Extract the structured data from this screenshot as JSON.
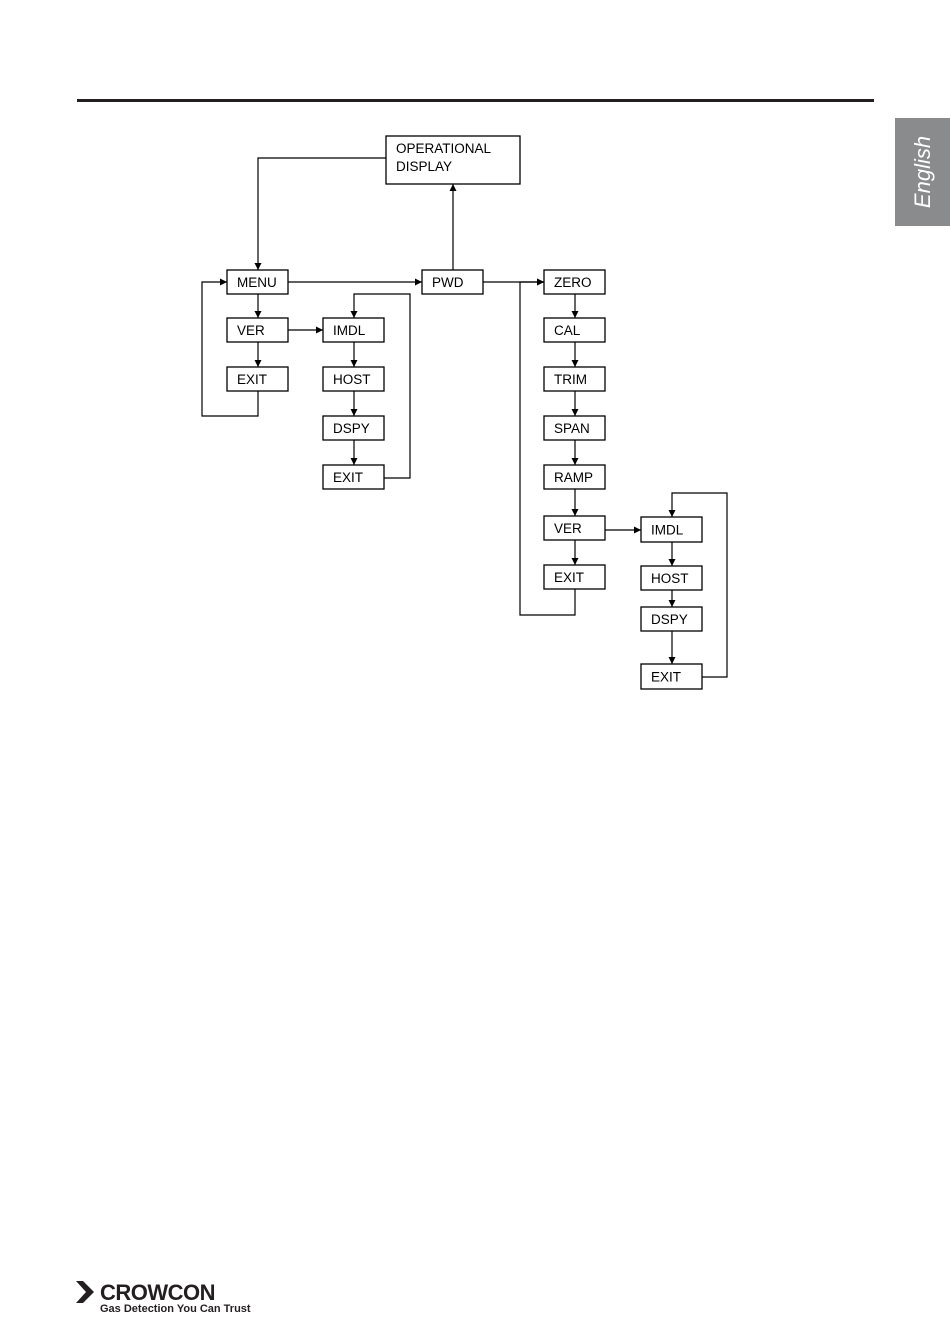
{
  "side_tab": {
    "label": "English"
  },
  "brand": {
    "name": "CROWCON",
    "tagline": "Gas Detection You Can Trust",
    "color": "#231f20"
  },
  "flowchart": {
    "nodes": [
      {
        "id": "operational",
        "lines": [
          "OPERATIONAL",
          "DISPLAY"
        ]
      },
      {
        "id": "menu",
        "lines": [
          "MENU"
        ]
      },
      {
        "id": "ver1",
        "lines": [
          "VER"
        ]
      },
      {
        "id": "exit1",
        "lines": [
          "EXIT"
        ]
      },
      {
        "id": "imdl1",
        "lines": [
          "IMDL"
        ]
      },
      {
        "id": "host1",
        "lines": [
          "HOST"
        ]
      },
      {
        "id": "dspy1",
        "lines": [
          "DSPY"
        ]
      },
      {
        "id": "exit2",
        "lines": [
          "EXIT"
        ]
      },
      {
        "id": "pwd",
        "lines": [
          "PWD"
        ]
      },
      {
        "id": "zero",
        "lines": [
          "ZERO"
        ]
      },
      {
        "id": "cal",
        "lines": [
          "CAL"
        ]
      },
      {
        "id": "trim",
        "lines": [
          "TRIM"
        ]
      },
      {
        "id": "span",
        "lines": [
          "SPAN"
        ]
      },
      {
        "id": "ramp",
        "lines": [
          "RAMP"
        ]
      },
      {
        "id": "ver2",
        "lines": [
          "VER"
        ]
      },
      {
        "id": "exit3",
        "lines": [
          "EXIT"
        ]
      },
      {
        "id": "imdl2",
        "lines": [
          "IMDL"
        ]
      },
      {
        "id": "host2",
        "lines": [
          "HOST"
        ]
      },
      {
        "id": "dspy2",
        "lines": [
          "DSPY"
        ]
      },
      {
        "id": "exit4",
        "lines": [
          "EXIT"
        ]
      }
    ],
    "edges": [
      {
        "from": "operational",
        "to": "menu"
      },
      {
        "from": "menu",
        "to": "ver1"
      },
      {
        "from": "ver1",
        "to": "exit1"
      },
      {
        "from": "exit1",
        "to": "menu"
      },
      {
        "from": "ver1",
        "to": "imdl1"
      },
      {
        "from": "imdl1",
        "to": "host1"
      },
      {
        "from": "host1",
        "to": "dspy1"
      },
      {
        "from": "dspy1",
        "to": "exit2"
      },
      {
        "from": "exit2",
        "to": "imdl1"
      },
      {
        "from": "menu",
        "to": "pwd"
      },
      {
        "from": "pwd",
        "to": "operational"
      },
      {
        "from": "pwd",
        "to": "zero"
      },
      {
        "from": "zero",
        "to": "cal"
      },
      {
        "from": "cal",
        "to": "trim"
      },
      {
        "from": "trim",
        "to": "span"
      },
      {
        "from": "span",
        "to": "ramp"
      },
      {
        "from": "ramp",
        "to": "ver2"
      },
      {
        "from": "ver2",
        "to": "exit3"
      },
      {
        "from": "exit3",
        "to": "zero"
      },
      {
        "from": "ver2",
        "to": "imdl2"
      },
      {
        "from": "imdl2",
        "to": "host2"
      },
      {
        "from": "host2",
        "to": "dspy2"
      },
      {
        "from": "dspy2",
        "to": "exit4"
      },
      {
        "from": "exit4",
        "to": "imdl2"
      }
    ]
  }
}
